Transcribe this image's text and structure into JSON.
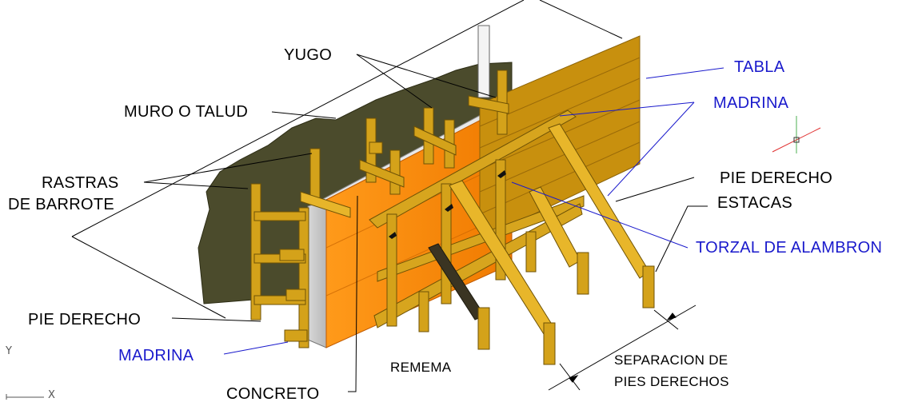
{
  "labels": {
    "yugo": "YUGO",
    "muro_o_talud": "MURO O TALUD",
    "rastras_line1": "RASTRAS",
    "rastras_line2": "DE BARROTE",
    "pie_derecho_left": "PIE DERECHO",
    "madrina_left": "MADRINA",
    "concreto": "CONCRETO",
    "remema": "REMEMA",
    "separacion_line1": "SEPARACION DE",
    "separacion_line2": "PIES DERECHOS",
    "tabla": "TABLA",
    "madrina_right": "MADRINA",
    "pie_derecho_right": "PIE DERECHO",
    "estacas": "ESTACAS",
    "torzal": "TORZAL DE ALAMBRON"
  },
  "ucs": {
    "y_axis": "Y",
    "x_axis": "X"
  },
  "colors": {
    "label_black": "#000000",
    "label_blue": "#1a1acc",
    "wood": "#d4a21a",
    "wood_dark": "#8a6a08",
    "board": "#c8900e",
    "concrete_orange": "#ff8a10",
    "earth": "#4a4a2a"
  }
}
